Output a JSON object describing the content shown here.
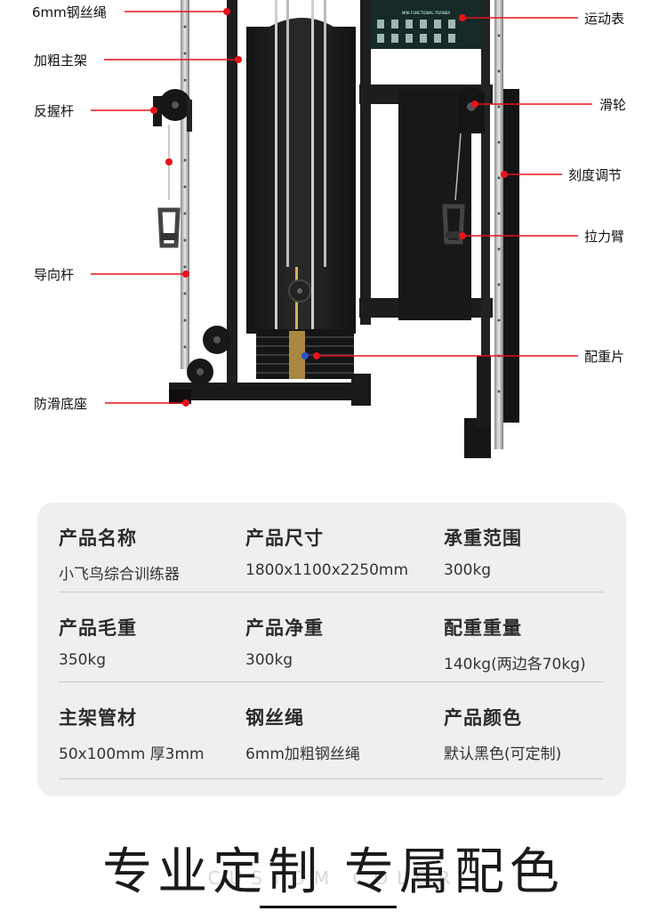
{
  "callouts": [
    {
      "id": "cable",
      "label": "6mm钢丝绳"
    },
    {
      "id": "frame",
      "label": "加粗主架"
    },
    {
      "id": "reverse-grip",
      "label": "反握杆"
    },
    {
      "id": "guide-rod",
      "label": "导向杆"
    },
    {
      "id": "base",
      "label": "防滑底座"
    },
    {
      "id": "exercise-chart",
      "label": "运动表"
    },
    {
      "id": "pulley",
      "label": "滑轮"
    },
    {
      "id": "scale-adjust",
      "label": "刻度调节"
    },
    {
      "id": "pull-arm",
      "label": "拉力臂"
    },
    {
      "id": "weight-plate",
      "label": "配重片"
    }
  ],
  "product_image": {
    "chart_title": "MINI FUNCTIONAL TRAINER"
  },
  "specs": [
    {
      "title": "产品名称",
      "value": "小飞鸟综合训练器"
    },
    {
      "title": "产品尺寸",
      "value": "1800x1100x2250mm"
    },
    {
      "title": "承重范围",
      "value": "300kg"
    },
    {
      "title": "产品毛重",
      "value": "350kg"
    },
    {
      "title": "产品净重",
      "value": "300kg"
    },
    {
      "title": "配重重量",
      "value": "140kg(两边各70kg)"
    },
    {
      "title": "主架管材",
      "value": "50x100mm 厚3mm"
    },
    {
      "title": "钢丝绳",
      "value": "6mm加粗钢丝绳"
    },
    {
      "title": "产品颜色",
      "value": "默认黑色(可定制)"
    }
  ],
  "slogan": "专业定制 专属配色",
  "slogan_ghost": "CUSTOM COLOR",
  "colors": {
    "accent": "#e8121a",
    "card": "#efefef",
    "machine": "#1b1b1b"
  }
}
